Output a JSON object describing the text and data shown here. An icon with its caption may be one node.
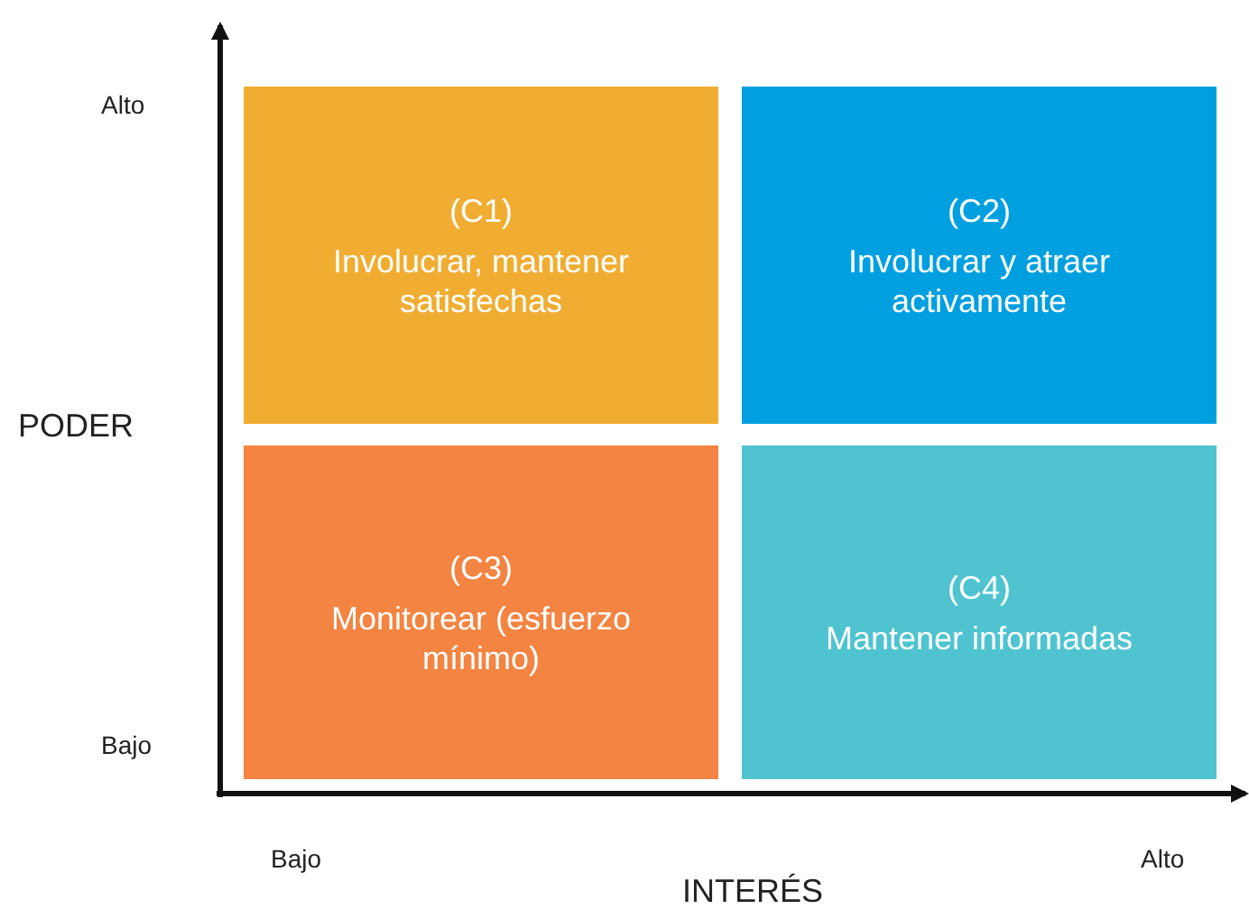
{
  "diagram": {
    "nodes": [
      {
        "text": [
          "(C1)",
          "Involucrar, mantener satisfechas"
        ]
      },
      {
        "text": [
          "(C2)",
          "Involucrar y atraer activamente"
        ]
      },
      {
        "text": [
          "(C3)",
          "Monitorear (esfuerzo mínimo)"
        ]
      },
      {
        "text": [
          "(C4)",
          "Mantener informadas"
        ]
      }
    ],
    "labels": [
      "Alto",
      "PODER",
      "Bajo",
      "Bajo",
      "Alto",
      "INTERÉS"
    ]
  }
}
